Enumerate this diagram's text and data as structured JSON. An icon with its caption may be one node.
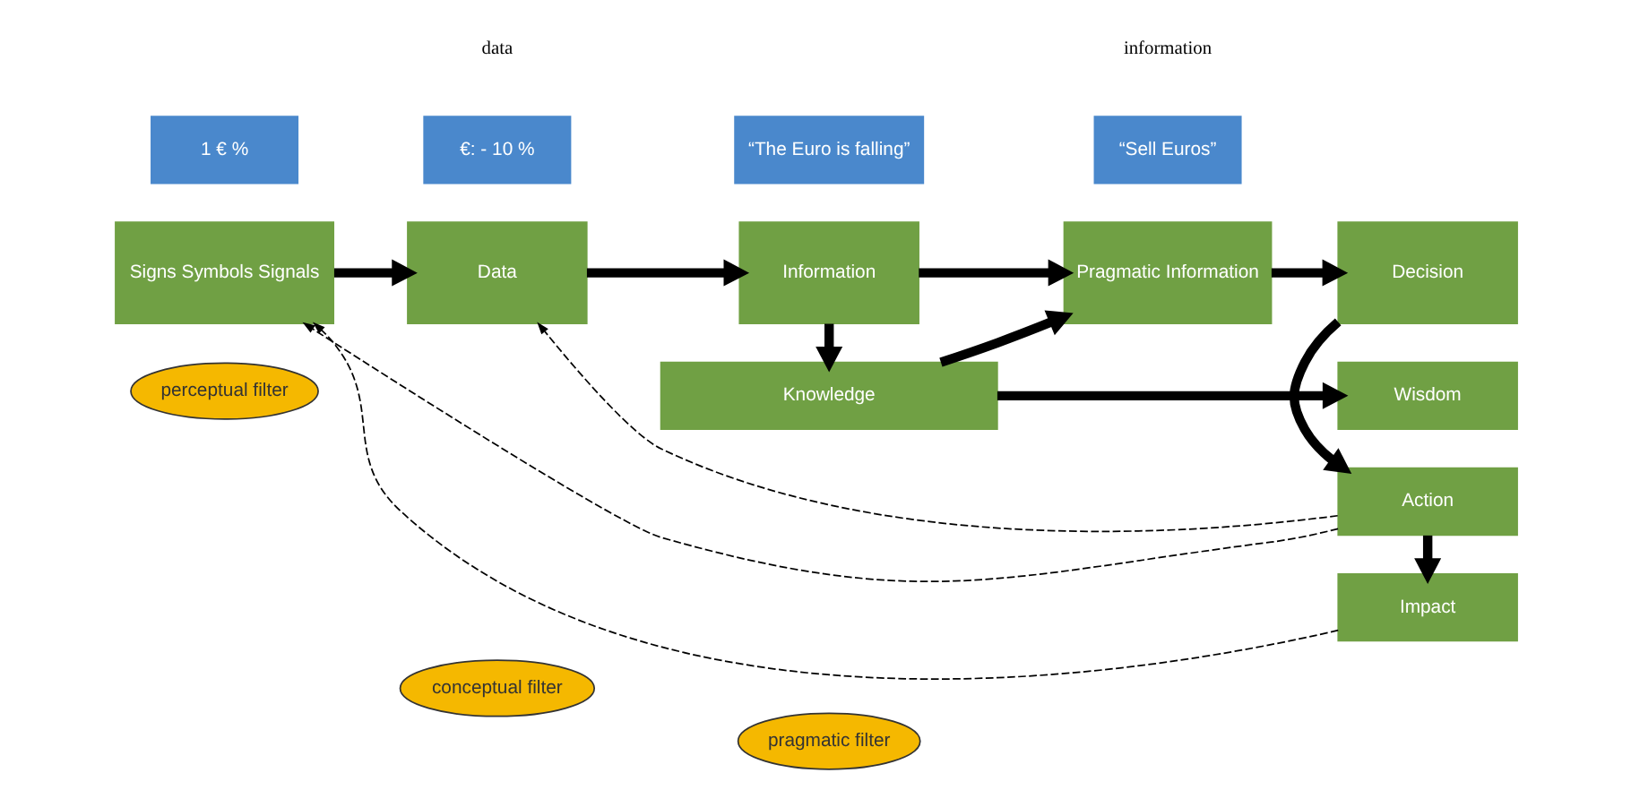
{
  "diagram": {
    "nodes": [
      {
        "text": [
          "perceptual filter"
        ]
      },
      {
        "text": [
          "conceptual filter"
        ]
      },
      {
        "text": [
          "pragmatic filter"
        ]
      },
      {
        "text": [
          "Wisdom"
        ]
      },
      {
        "text": [
          "Knowledge"
        ]
      },
      {
        "text": [
          "Signs Symbols Signals"
        ]
      },
      {
        "text": [
          "Data"
        ]
      },
      {
        "text": [
          "Information"
        ]
      },
      {
        "text": [
          "Pragmatic Information"
        ]
      },
      {
        "text": [
          "Decision"
        ]
      },
      {
        "text": [
          "Action"
        ]
      },
      {
        "text": [
          "1 € %"
        ]
      },
      {
        "text": [
          "€: - 10 %"
        ]
      },
      {
        "text": [
          "“The Euro is falling”"
        ]
      },
      {
        "text": [
          "“Sell Euros”"
        ]
      },
      {
        "text": [
          "Impact"
        ]
      }
    ],
    "edges": [
      {
        "from": 5,
        "to": 6,
        "arrow": "to"
      },
      {
        "from": 6,
        "to": 7,
        "arrow": "to"
      },
      {
        "from": 7,
        "to": 4,
        "arrow": "to"
      },
      {
        "from": 4,
        "to": 8,
        "arrow": "to"
      },
      {
        "from": 7,
        "to": 8,
        "arrow": "to"
      },
      {
        "from": 8,
        "to": 9,
        "arrow": "to"
      },
      {
        "from": 4,
        "to": 3,
        "arrow": "to"
      },
      {
        "from": 9,
        "to": 10,
        "arrow": "to"
      },
      {
        "from": 10,
        "to": 15,
        "arrow": "to"
      },
      {
        "from": 10,
        "to": 5,
        "arrow": "to",
        "style": "dashed"
      },
      {
        "from": 10,
        "to": 6,
        "arrow": "to",
        "style": "dashed"
      },
      {
        "from": 15,
        "to": 5,
        "arrow": "to",
        "style": "dashed"
      }
    ],
    "labels": [
      "data",
      "information"
    ]
  }
}
